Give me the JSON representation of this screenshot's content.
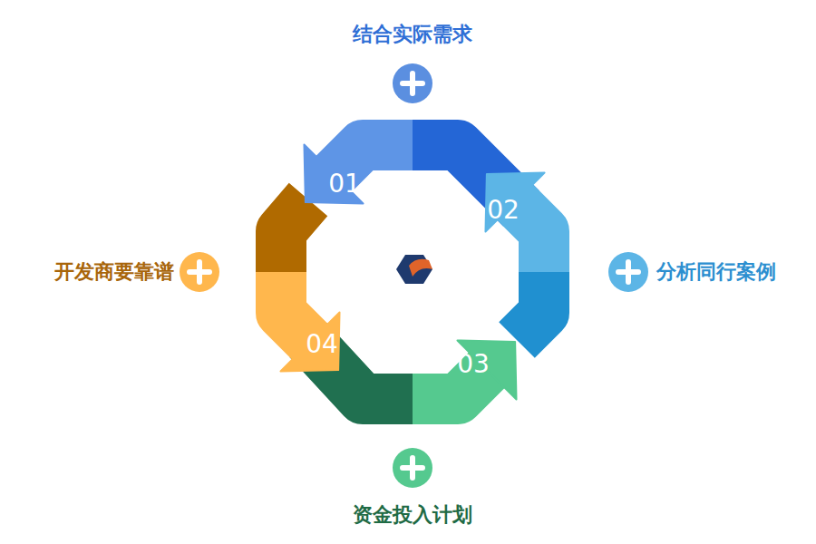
{
  "diagram": {
    "nodes": [
      {
        "text": [
          "01"
        ]
      },
      {
        "text": [
          "02"
        ]
      },
      {
        "text": [
          "03"
        ]
      },
      {
        "text": [
          "04"
        ]
      }
    ],
    "labels": [
      "结合实际需求",
      "分析同行案例",
      "资金投入计划",
      "开发商要靠谱"
    ]
  }
}
